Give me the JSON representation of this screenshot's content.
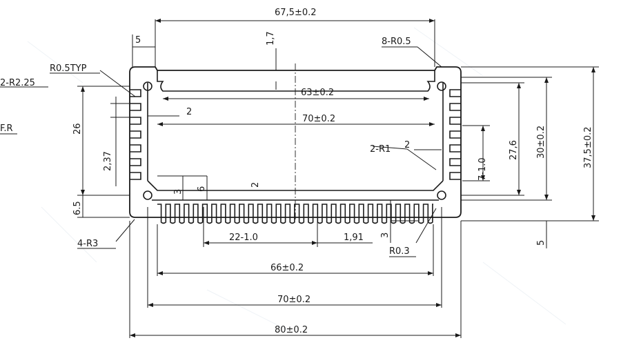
{
  "labels": {
    "w_top": "67,5±0.2",
    "w_63": "63±0.2",
    "w_70_inner": "70±0.2",
    "w_66": "66±0.2",
    "w_70_bottom": "70±0.2",
    "w_80": "80±0.2",
    "t_5": "5",
    "t_1_7": "1,7",
    "r_8": "8-R0.5",
    "r_typ": "R0.5TYP",
    "r_2_25": "2-R2.25",
    "fr": "F.R",
    "h_26": "26",
    "t_2_37": "2,37",
    "t_2_left": "2",
    "t_3_left": "3",
    "t_6": "6",
    "t_2_mid": "2",
    "t_6_5": "6.5",
    "r_4": "4-R3",
    "t_22": "22-1.0",
    "t_1_91": "1,91",
    "t_3_right": "3",
    "r_03": "R0.3",
    "r_2r1": "2-R1",
    "t_2_right": "2",
    "t_7": "7-1.0",
    "h_27_6": "27,6",
    "h_30": "30±0.2",
    "h_37_5": "37,5±0.2",
    "t_5_right": "5"
  }
}
